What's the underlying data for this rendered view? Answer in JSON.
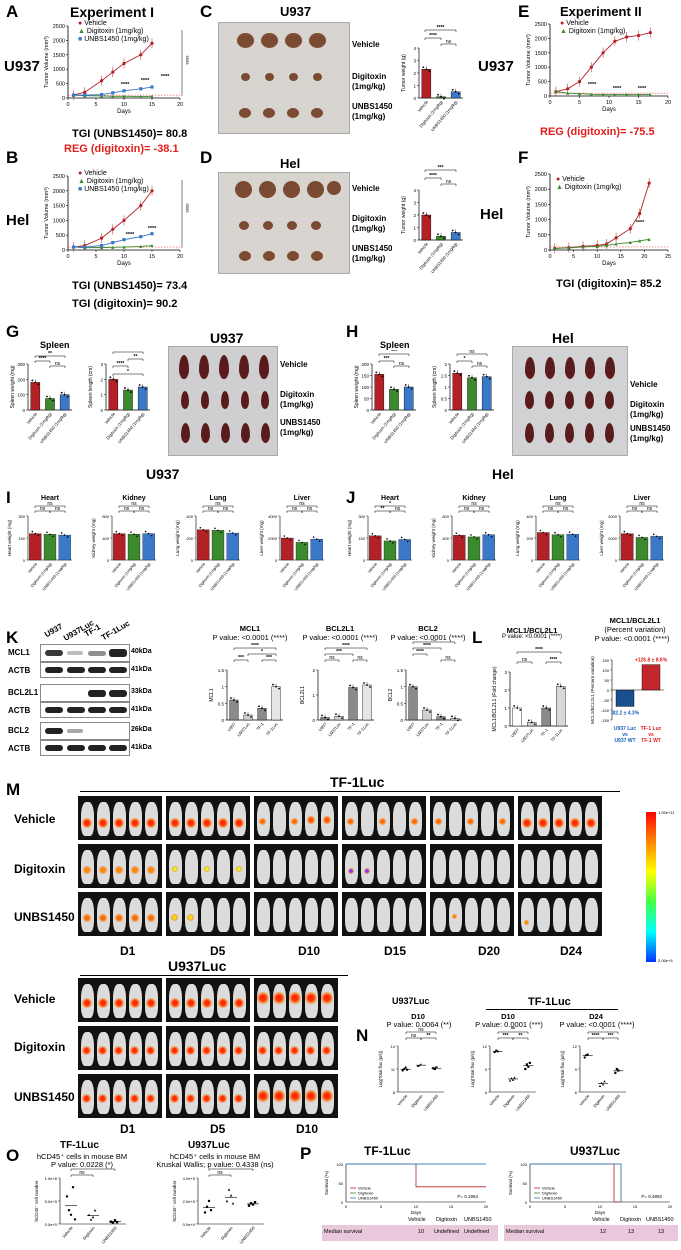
{
  "panels": {
    "A": {
      "letter": "A",
      "title": "Experiment I",
      "cell": "U937",
      "legend": [
        "Vehicle",
        "Digitoxin (1mg/kg)",
        "UNBS1450 (1mg/kg)"
      ],
      "ylabel": "Tumor Volume (mm³)",
      "xlabel": "Days",
      "yticks": [
        "0",
        "500",
        "1000",
        "1500",
        "2000",
        "2500"
      ],
      "xticks": [
        "0",
        "5",
        "10",
        "15",
        "20"
      ],
      "stars": "****",
      "sig_right": "ssss",
      "tgi": "TGI (UNBS1450)= 80.8",
      "reg": "REG (digitoxin)= -38.1"
    },
    "B": {
      "letter": "B",
      "cell": "Hel",
      "legend": [
        "Vehicle",
        "Digitoxin (1mg/kg)",
        "UNBS1450 (1mg/kg)"
      ],
      "ylabel": "Tumor Volume (mm³)",
      "xlabel": "Days",
      "yticks": [
        "0",
        "500",
        "1000",
        "1500",
        "2000",
        "2500"
      ],
      "xticks": [
        "0",
        "5",
        "10",
        "15",
        "20"
      ],
      "tgi1": "TGI (UNBS1450)= 73.4",
      "tgi2": "TGI (digitoxin)= 90.2"
    },
    "C": {
      "letter": "C",
      "title": "U937",
      "groups": [
        "Vehicle",
        "Digitoxin\n(1mg/kg)",
        "UNBS1450\n(1mg/kg)"
      ],
      "ylabel": "Tumor weight (g)",
      "cell": "U937",
      "bars": [
        "Vehicle",
        "Digitoxin (1mg/kg)",
        "UNBS1450 (1mg/kg)"
      ],
      "sig": [
        "****",
        "****",
        "ns"
      ]
    },
    "D": {
      "letter": "D",
      "title": "Hel",
      "groups": [
        "Vehicle",
        "Digitoxin\n(1mg/kg)",
        "UNBS1450\n(1mg/kg)"
      ],
      "ylabel": "Tumor weight (g)",
      "cell": "Hel",
      "bars": [
        "Vehicle",
        "Digitoxin (1mg/kg)",
        "UNBS1450 (1mg/kg)"
      ],
      "sig": [
        "***",
        "****",
        "ns"
      ]
    },
    "E": {
      "letter": "E",
      "title": "Experiment II",
      "legend": [
        "Vehicle",
        "Digitoxin (1mg/kg)"
      ],
      "ylabel": "Tumor Volume (mm³)",
      "xlabel": "Days",
      "yticks": [
        "0",
        "500",
        "1000",
        "1500",
        "2000",
        "2500"
      ],
      "xticks": [
        "0",
        "5",
        "10",
        "15",
        "20"
      ],
      "reg": "REG (digitoxin)= -75.5",
      "cell": "U937"
    },
    "F": {
      "letter": "F",
      "legend": [
        "Vehicle",
        "Digitoxin (1mg/kg)"
      ],
      "ylabel": "Tumor Volume (mm³)",
      "xlabel": "Days",
      "yticks": [
        "0",
        "500",
        "1000",
        "1500",
        "2000",
        "2500"
      ],
      "xticks": [
        "0",
        "5",
        "10",
        "15",
        "20",
        "25"
      ],
      "tgi": "TGI (digitoxin)= 85.2",
      "cell": "Hel"
    },
    "G": {
      "letter": "G",
      "title": "Spleen",
      "photo_title": "U937",
      "y1": "Spleen weight (mg)",
      "y2": "Spleen length (cm)",
      "groups": [
        "Vehicle",
        "Digitoxin\n(1mg/kg)",
        "UNBS1450\n(1mg/kg)"
      ],
      "bars": [
        "Vehicle",
        "Digitoxin (1mg/kg)",
        "UNBS1450 (1mg/kg)"
      ]
    },
    "H": {
      "letter": "H",
      "title": "Spleen",
      "photo_title": "Hel",
      "y1": "Spleen weight (mg)",
      "y2": "Spleen length (cm)",
      "groups": [
        "Vehicle",
        "Digitoxin\n(1mg/kg)",
        "UNBS1450\n(1mg/kg)"
      ],
      "bars": [
        "Vehicle",
        "Digitoxin (1mg/kg)",
        "UNBS1450 (1mg/kg)"
      ]
    },
    "I": {
      "letter": "I",
      "cell": "U937",
      "organs": [
        "Heart",
        "Kidney",
        "Lung",
        "Liver"
      ],
      "ylabels": [
        "Heart weight (mg)",
        "Kidney weight (mg)",
        "Lung weight (mg)",
        "Liver weight (mg)"
      ]
    },
    "J": {
      "letter": "J",
      "cell": "Hel",
      "organs": [
        "Heart",
        "Kidney",
        "Lung",
        "Liver"
      ],
      "ylabels": [
        "Heart weight (mg)",
        "Kidney weight (mg)",
        "Lung weight (mg)",
        "Liver weight (mg)"
      ]
    },
    "K": {
      "letter": "K",
      "lanes": [
        "U937",
        "U937Luc",
        "TF-1",
        "TF-1Luc"
      ],
      "blots": [
        {
          "name": "MCL1",
          "kda": "40kDa"
        },
        {
          "name": "ACTB",
          "kda": "41kDa"
        },
        {
          "name": "BCL2L1",
          "kda": "33kDa"
        },
        {
          "name": "ACTB",
          "kda": "41kDa"
        },
        {
          "name": "BCL2",
          "kda": "26kDa"
        },
        {
          "name": "ACTB",
          "kda": "41kDa"
        }
      ],
      "charts": [
        {
          "title": "MCL1",
          "p": "P value: <0.0001 (****)"
        },
        {
          "title": "BCL2L1",
          "p": "P value: <0.0001 (****)"
        },
        {
          "title": "BCL2",
          "p": "P value: <0.0001 (****)"
        }
      ]
    },
    "L": {
      "letter": "L",
      "chart1": {
        "title": "MCL1/BCL2L1",
        "p": "P value: <0.0001 (****)",
        "ylabel": "MCL1/BCL2L1 (Fold change)"
      },
      "chart2": {
        "title": "MCL1/BCL2L1",
        "sub": "(Percent variation)",
        "p": "P value: <0.0001 (****)",
        "ylabel": "MCL1/BCL2L1 (Percent variation)",
        "v1": "-82.2 ± 4.3%",
        "v2": "+126.8 ± 8.6%",
        "c1": "U937 Luc vs U937 WT",
        "c2": "TF-1 Luc vs TF-1 WT"
      }
    },
    "M": {
      "letter": "M",
      "title1": "TF-1Luc",
      "title2": "U937Luc",
      "rows": [
        "Vehicle",
        "Digitoxin",
        "UNBS1450"
      ],
      "days1": [
        "D1",
        "D5",
        "D10",
        "D15",
        "D20",
        "D24"
      ],
      "days2": [
        "D1",
        "D5",
        "D10"
      ],
      "scale_top": "1.05e+11",
      "scale_bottom": "2.06e+5"
    },
    "N": {
      "letter": "N",
      "titleA": "U937Luc",
      "titleB": "TF-1Luc",
      "c1": {
        "day": "D10",
        "p": "P value: 0.0064 (**)"
      },
      "c2": {
        "day": "D10",
        "p": "P value: 0.0001 (***)"
      },
      "c3": {
        "day": "D24",
        "p": "P value: <0.0001 (****)"
      },
      "ylabel": "Log(Total flux (p/s))",
      "groups": [
        "Vehicle",
        "Digitoxin",
        "UNBS1450"
      ]
    },
    "O": {
      "letter": "O",
      "title1": "TF-1Luc",
      "sub1": "hCD45⁺ cells in mouse BM",
      "p1": "P value: 0.0228 (*)",
      "title2": "U937Luc",
      "sub2": "hCD45⁺ cells in mouse BM",
      "p2": "Kruskal Wallis; p value: 0.4338 (ns)",
      "ylabel": "hCD45⁺ cell number",
      "groups": [
        "Vehicle",
        "Digitoxin",
        "UNBS1450"
      ]
    },
    "P": {
      "letter": "P",
      "title1": "TF-1Luc",
      "title2": "U937Luc",
      "ylabel": "Survival (%)",
      "xlabel": "Days",
      "pv1": "P= 0.1954",
      "pv2": "P= 0.4892",
      "legend": [
        "Vehicle",
        "Digitoxin",
        "UNBS1450"
      ],
      "table1": {
        "label": "Median survival",
        "cols": [
          "Vehicle",
          "Digitoxin",
          "UNBS1450"
        ],
        "vals": [
          "10",
          "Undefined",
          "Undefined"
        ]
      },
      "table2": {
        "label": "Median survival",
        "cols": [
          "Vehicle",
          "Digitoxin",
          "UNBS1450"
        ],
        "vals": [
          "12",
          "13",
          "13"
        ]
      }
    }
  },
  "colors": {
    "vehicle": "#b32025",
    "digitoxin": "#3c8a2e",
    "unbs": "#3a78c9",
    "red_text": "#e0201c",
    "blue_text": "#1560bd"
  },
  "chart_data": [
    {
      "type": "line",
      "panel": "A",
      "xlabel": "Days",
      "ylabel": "Tumor Volume (mm³)",
      "ylim": [
        0,
        2500
      ],
      "xlim": [
        0,
        20
      ],
      "series": [
        {
          "name": "Vehicle",
          "x": [
            1,
            3,
            6,
            8,
            10,
            13,
            15
          ],
          "y": [
            100,
            200,
            600,
            900,
            1200,
            1500,
            1900
          ]
        },
        {
          "name": "Digitoxin (1mg/kg)",
          "x": [
            1,
            3,
            6,
            8,
            10,
            13,
            15
          ],
          "y": [
            100,
            80,
            70,
            60,
            60,
            50,
            60
          ]
        },
        {
          "name": "UNBS1450 (1mg/kg)",
          "x": [
            1,
            3,
            6,
            8,
            10,
            13,
            15
          ],
          "y": [
            100,
            100,
            120,
            180,
            250,
            320,
            380
          ]
        }
      ]
    },
    {
      "type": "line",
      "panel": "B",
      "xlabel": "Days",
      "ylabel": "Tumor Volume (mm³)",
      "ylim": [
        0,
        2500
      ],
      "xlim": [
        0,
        20
      ],
      "series": [
        {
          "name": "Vehicle",
          "x": [
            1,
            3,
            6,
            8,
            10,
            13,
            15
          ],
          "y": [
            100,
            150,
            400,
            700,
            1000,
            1500,
            2000
          ]
        },
        {
          "name": "Digitoxin (1mg/kg)",
          "x": [
            1,
            3,
            6,
            8,
            10,
            13,
            15
          ],
          "y": [
            100,
            80,
            80,
            90,
            100,
            120,
            150
          ]
        },
        {
          "name": "UNBS1450 (1mg/kg)",
          "x": [
            1,
            3,
            6,
            8,
            10,
            13,
            15
          ],
          "y": [
            100,
            100,
            150,
            250,
            350,
            450,
            550
          ]
        }
      ]
    },
    {
      "type": "line",
      "panel": "E",
      "xlabel": "Days",
      "ylabel": "Tumor Volume (mm³)",
      "ylim": [
        0,
        2500
      ],
      "xlim": [
        0,
        20
      ],
      "series": [
        {
          "name": "Vehicle",
          "x": [
            1,
            3,
            5,
            7,
            9,
            11,
            13,
            15,
            17
          ],
          "y": [
            150,
            250,
            500,
            1000,
            1500,
            1900,
            2050,
            2100,
            2200
          ]
        },
        {
          "name": "Digitoxin (1mg/kg)",
          "x": [
            1,
            3,
            5,
            7,
            9,
            11,
            13,
            15,
            17
          ],
          "y": [
            150,
            100,
            80,
            60,
            50,
            50,
            50,
            50,
            50
          ]
        }
      ]
    },
    {
      "type": "line",
      "panel": "F",
      "xlabel": "Days",
      "ylabel": "Tumor Volume (mm³)",
      "ylim": [
        0,
        2500
      ],
      "xlim": [
        0,
        25
      ],
      "series": [
        {
          "name": "Vehicle",
          "x": [
            1,
            4,
            7,
            10,
            12,
            14,
            17,
            19,
            21
          ],
          "y": [
            50,
            80,
            120,
            150,
            200,
            400,
            700,
            1200,
            2200
          ]
        },
        {
          "name": "Digitoxin (1mg/kg)",
          "x": [
            1,
            4,
            7,
            10,
            12,
            14,
            17,
            19,
            21
          ],
          "y": [
            50,
            70,
            100,
            120,
            150,
            200,
            250,
            300,
            350
          ]
        }
      ]
    },
    {
      "type": "bar",
      "panel": "C",
      "categories": [
        "Vehicle",
        "Digitoxin (1mg/kg)",
        "UNBS1450 (1mg/kg)"
      ],
      "values": [
        2.3,
        0.1,
        0.5
      ],
      "ylabel": "Tumor weight (g)",
      "ylim": [
        0,
        4
      ]
    },
    {
      "type": "bar",
      "panel": "D",
      "categories": [
        "Vehicle",
        "Digitoxin (1mg/kg)",
        "UNBS1450 (1mg/kg)"
      ],
      "values": [
        2.0,
        0.3,
        0.6
      ],
      "ylabel": "Tumor weight (g)",
      "ylim": [
        0,
        4
      ]
    },
    {
      "type": "bar",
      "panel": "G1",
      "categories": [
        "Vehicle",
        "Digitoxin (1mg/kg)",
        "UNBS1450 (1mg/kg)"
      ],
      "values": [
        180,
        75,
        100
      ],
      "ylabel": "Spleen weight (mg)",
      "ylim": [
        0,
        300
      ]
    },
    {
      "type": "bar",
      "panel": "G2",
      "categories": [
        "Vehicle",
        "Digitoxin (1mg/kg)",
        "UNBS1450 (1mg/kg)"
      ],
      "values": [
        2.0,
        1.3,
        1.5
      ],
      "ylabel": "Spleen length (cm)",
      "ylim": [
        0,
        3
      ]
    },
    {
      "type": "bar",
      "panel": "H1",
      "categories": [
        "Vehicle",
        "Digitoxin (1mg/kg)",
        "UNBS1450 (1mg/kg)"
      ],
      "values": [
        155,
        90,
        100
      ],
      "ylabel": "Spleen weight (mg)",
      "ylim": [
        0,
        200
      ]
    },
    {
      "type": "bar",
      "panel": "H2",
      "categories": [
        "Vehicle",
        "Digitoxin (1mg/kg)",
        "UNBS1450 (1mg/kg)"
      ],
      "values": [
        1.6,
        1.4,
        1.45
      ],
      "ylabel": "Spleen length (cm)",
      "ylim": [
        0,
        2
      ]
    },
    {
      "type": "bar",
      "panel": "K-MCL1",
      "categories": [
        "U937",
        "U937Luc",
        "TF-1",
        "TF-1Luc"
      ],
      "values": [
        0.6,
        0.15,
        0.35,
        1.0
      ],
      "ylabel": "MCL1",
      "ylim": [
        0,
        1.5
      ]
    },
    {
      "type": "bar",
      "panel": "K-BCL2L1",
      "categories": [
        "U937",
        "U937Luc",
        "TF-1",
        "TF-1Luc"
      ],
      "values": [
        0.1,
        0.15,
        1.3,
        1.4
      ],
      "ylabel": "BCL2L1",
      "ylim": [
        0,
        2
      ]
    },
    {
      "type": "bar",
      "panel": "K-BCL2",
      "categories": [
        "U937",
        "U937Luc",
        "TF-1",
        "TF-1Luc"
      ],
      "values": [
        1.0,
        0.3,
        0.1,
        0.05
      ],
      "ylabel": "BCL2",
      "ylim": [
        0,
        1.5
      ]
    },
    {
      "type": "bar",
      "panel": "L1",
      "categories": [
        "U937",
        "U937Luc",
        "TF-1",
        "TF-1Luc"
      ],
      "values": [
        1.0,
        0.2,
        1.0,
        2.2
      ],
      "ylabel": "MCL1/BCL2L1 (Fold change)",
      "ylim": [
        0,
        3
      ]
    },
    {
      "type": "bar",
      "panel": "L2",
      "categories": [
        "U937 Luc vs U937 WT",
        "TF-1 Luc vs TF-1 WT"
      ],
      "values": [
        -82.2,
        126.8
      ],
      "ylabel": "MCL1/BCL2L1 (Percent variation)",
      "ylim": [
        -150,
        150
      ]
    }
  ]
}
